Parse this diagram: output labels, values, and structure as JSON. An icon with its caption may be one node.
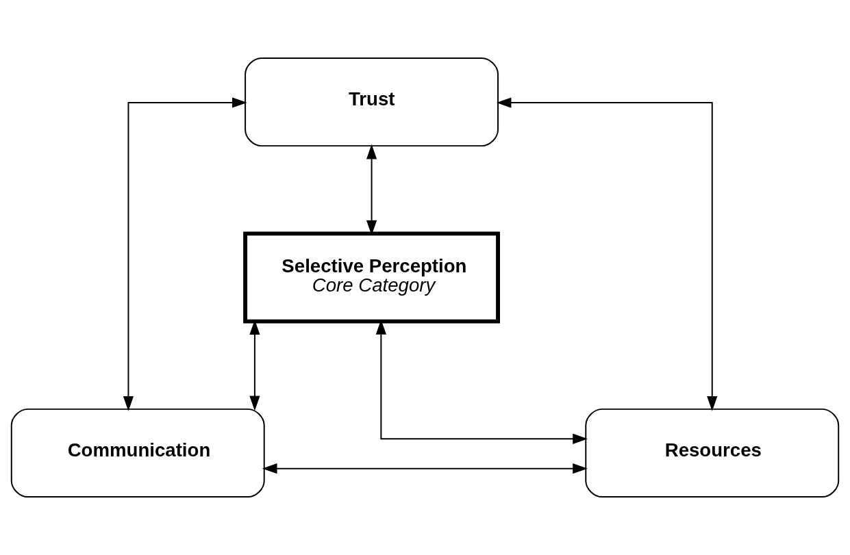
{
  "diagram": {
    "nodes": [
      {
        "text": [
          "Trust"
        ]
      },
      {
        "text": [
          "Selective Perception",
          "Core Category"
        ]
      },
      {
        "text": [
          "Communication"
        ]
      },
      {
        "text": [
          "Resources"
        ]
      }
    ],
    "edges": [
      {
        "from": 0,
        "to": 2,
        "arrow": "both"
      },
      {
        "from": 0,
        "to": 3,
        "arrow": "both"
      },
      {
        "from": 0,
        "to": 1,
        "arrow": "both"
      },
      {
        "from": 1,
        "to": 2,
        "arrow": "both"
      },
      {
        "from": 1,
        "to": 3,
        "arrow": "both"
      },
      {
        "from": 2,
        "to": 3,
        "arrow": "both"
      }
    ]
  }
}
